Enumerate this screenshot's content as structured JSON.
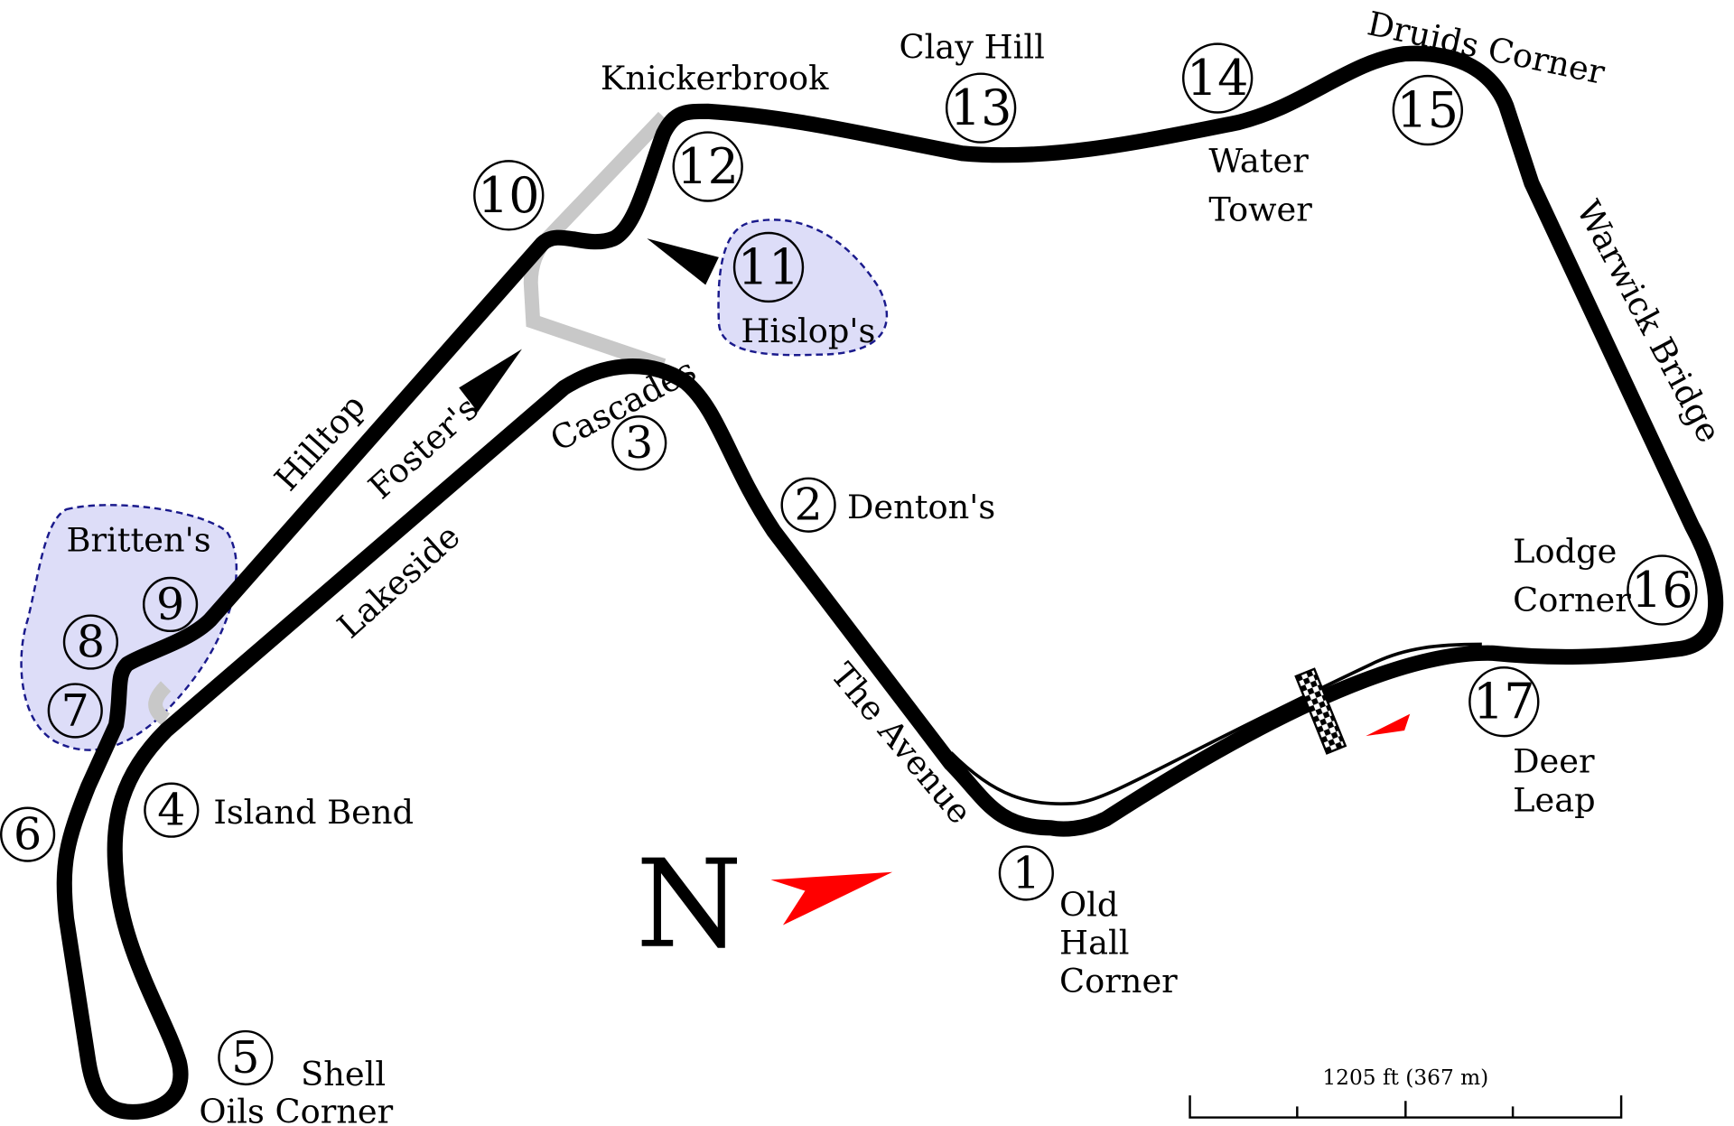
{
  "title": "Oulton Park circuit map",
  "colors": {
    "track": "#000000",
    "old_track": "#c8c8c8",
    "zone_fill": "#ddddf8",
    "zone_stroke": "#1a1a8c",
    "north_arrow": "#ff0000"
  },
  "turn_numbers": [
    "1",
    "2",
    "3",
    "4",
    "5",
    "6",
    "7",
    "8",
    "9",
    "10",
    "11",
    "12",
    "13",
    "14",
    "15",
    "16",
    "17"
  ],
  "labels": {
    "old_hall": [
      "Old",
      "Hall",
      "Corner"
    ],
    "dentons": "Denton's",
    "cascades": "Cascades",
    "island_bend": "Island Bend",
    "shell": [
      "Shell",
      "Oils Corner"
    ],
    "brittens": "Britten's",
    "hilltop": "Hilltop",
    "fosters": "Foster's",
    "lakeside": "Lakeside",
    "hislops": "Hislop's",
    "knickerbrook": "Knickerbrook",
    "clay_hill": "Clay Hill",
    "water_tower": [
      "Water",
      "Tower"
    ],
    "druids": "Druids Corner",
    "warwick": "Warwick Bridge",
    "lodge": [
      "Lodge",
      "Corner"
    ],
    "deer_leap": [
      "Deer",
      "Leap"
    ],
    "the_avenue": "The Avenue"
  },
  "north_label": "N",
  "scale_bar": "1205 ft (367 m)"
}
